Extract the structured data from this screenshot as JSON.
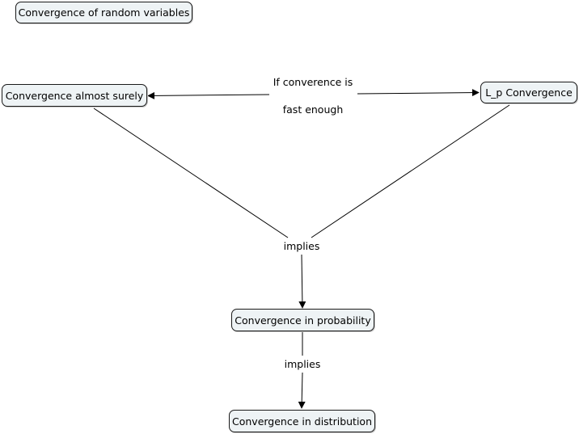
{
  "map": {
    "title": "Convergence of random variables",
    "concepts": {
      "almost_surely": "Convergence almost surely",
      "lp": "L_p Convergence",
      "probability": "Convergence in probability",
      "distribution": "Convergence in distribution"
    },
    "links": {
      "fast_line1": "If converence is",
      "fast_line2": "fast enough",
      "implies_top": "implies",
      "implies_bottom": "implies"
    }
  },
  "colors": {
    "node_fill": "#eef3f5",
    "node_border": "#1a1a1a",
    "line": "#000000"
  }
}
